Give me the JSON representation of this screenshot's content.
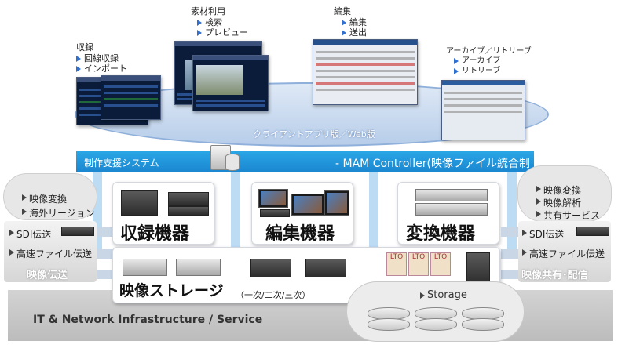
{
  "client_groups": {
    "ingest": {
      "title": "収録",
      "items": [
        "回線収録",
        "インポート"
      ]
    },
    "use": {
      "title": "素材利用",
      "items": [
        "検索",
        "プレビュー"
      ]
    },
    "edit": {
      "title": "編集",
      "items": [
        "編集",
        "送出"
      ]
    },
    "archive": {
      "title": "アーカイブ／リトリーブ",
      "items": [
        "アーカイブ",
        "リトリーブ"
      ]
    }
  },
  "client_label": "クライアントアプリ版／Web版",
  "mam": {
    "left_label": "制作支援システム",
    "right_label": "- MAM Controller(映像ファイル統合制御) -",
    "color": "#1e96dc"
  },
  "equipment": {
    "ingest": "収録機器",
    "edit": "編集機器",
    "convert": "変換機器"
  },
  "storage": {
    "title": "映像ストレージ",
    "subtitle": "（一次/二次/三次）",
    "lto_label": "LTO",
    "cloud_label": "Storage"
  },
  "left_panel": {
    "cloud_items": [
      "映像変換",
      "海外リージョン"
    ],
    "items": [
      "SDI伝送",
      "高速ファイル伝送"
    ],
    "caption": "映像伝送"
  },
  "right_panel": {
    "cloud_items": [
      "映像変換",
      "映像解析",
      "共有サービス"
    ],
    "items": [
      "SDI伝送",
      "高速ファイル伝送"
    ],
    "caption": "映像共有･配信"
  },
  "infra_label": "IT & Network Infrastructure / Service"
}
